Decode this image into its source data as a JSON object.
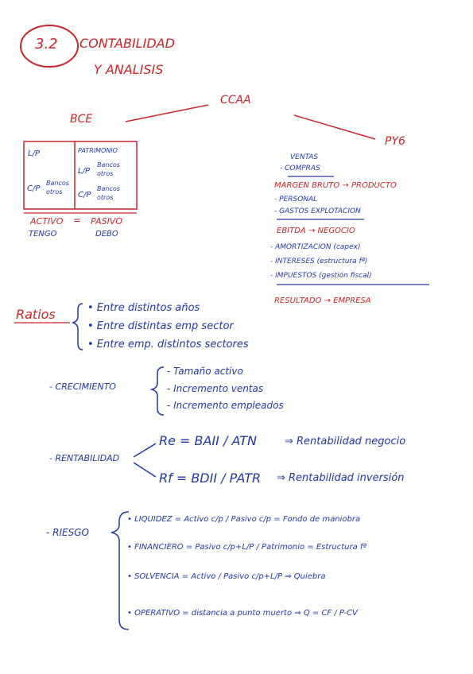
{
  "header": {
    "number": "3.2",
    "title_line1": "CONTABILIDAD",
    "title_line2": "Y ANALISIS"
  },
  "ccaa": {
    "label": "CCAA",
    "bce_label": "BCE",
    "pyg_label": "PY6"
  },
  "balance": {
    "left": [
      "L/P",
      "C/P"
    ],
    "left_sub": [
      "Bancos",
      "otros"
    ],
    "right": [
      "PATRIMONIO",
      "L/P",
      "C/P"
    ],
    "right_sub_lp": [
      "Bancos",
      "otros"
    ],
    "right_sub_cp": [
      "Bancos",
      "otros"
    ],
    "activo": "ACTIVO",
    "equals": "=",
    "pasivo": "PASIVO",
    "tengo": "TENGO",
    "debo": "DEBO"
  },
  "pyg": {
    "ventas": "VENTAS",
    "compras": "- COMPRAS",
    "margen": "MARGEN BRUTO → PRODUCTO",
    "personal": "- PERSONAL",
    "gastos": "- GASTOS EXPLOTACION",
    "ebitda": "EBITDA → NEGOCIO",
    "amort": "- AMORTIZACION (capex)",
    "intereses": "- INTERESES (estructura fª)",
    "impuestos": "- IMPUESTOS (gestión fiscal)",
    "resultado": "RESULTADO → EMPRESA"
  },
  "ratios": {
    "label": "Ratios",
    "items": [
      "• Entre distintos años",
      "• Entre distintas emp sector",
      "• Entre emp. distintos sectores"
    ]
  },
  "crecimiento": {
    "label": "- CRECIMIENTO",
    "items": [
      "- Tamaño activo",
      "- Incremento ventas",
      "- Incremento empleados"
    ]
  },
  "rentabilidad": {
    "label": "- RENTABILIDAD",
    "re": "Re = BAII / ATN",
    "re_result": "⇒ Rentabilidad negocio",
    "rf": "Rf = BDII / PATR",
    "rf_result": "⇒ Rentabilidad inversión"
  },
  "riesgo": {
    "label": "- RIESGO",
    "items": [
      "• LIQUIDEZ = Activo c/p / Pasivo c/p = Fondo de maniobra",
      "• FINANCIERO = Pasivo c/p+L/P / Patrimonio = Estructura fª",
      "• SOLVENCIA = Activo / Pasivo c/p+L/P ⇒ Quiebra",
      "• OPERATIVO = distancia a punto muerto ⇒ Q = CF / P-CV"
    ]
  },
  "colors": {
    "ink_blue": "#2336a6",
    "ink_red": "#c7252b",
    "paper": "#ffffff"
  }
}
